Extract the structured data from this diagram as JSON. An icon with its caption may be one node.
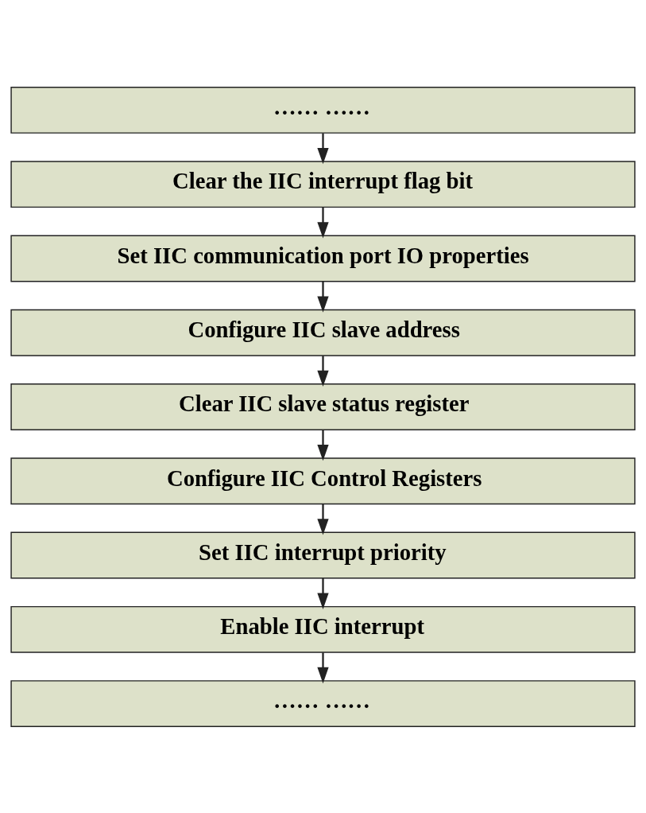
{
  "diagram": {
    "nodes": [
      {
        "text": [
          "…… ……"
        ]
      },
      {
        "text": [
          "Clear the IIC interrupt flag bit"
        ]
      },
      {
        "text": [
          "Set IIC communication port IO properties"
        ]
      },
      {
        "text": [
          "Configure IIC slave address"
        ]
      },
      {
        "text": [
          "Clear IIC slave status register"
        ]
      },
      {
        "text": [
          "Configure IIC Control Registers"
        ]
      },
      {
        "text": [
          "Set IIC interrupt priority"
        ]
      },
      {
        "text": [
          "Enable IIC interrupt"
        ]
      },
      {
        "text": [
          "…… ……"
        ]
      }
    ],
    "edges": [
      {
        "from": 0,
        "to": 1,
        "arrow": "to"
      },
      {
        "from": 1,
        "to": 2,
        "arrow": "to"
      },
      {
        "from": 2,
        "to": 3,
        "arrow": "to"
      },
      {
        "from": 3,
        "to": 4,
        "arrow": "to"
      },
      {
        "from": 4,
        "to": 5,
        "arrow": "to"
      },
      {
        "from": 5,
        "to": 6,
        "arrow": "to"
      },
      {
        "from": 6,
        "to": 7,
        "arrow": "to"
      },
      {
        "from": 7,
        "to": 8,
        "arrow": "to"
      }
    ]
  }
}
